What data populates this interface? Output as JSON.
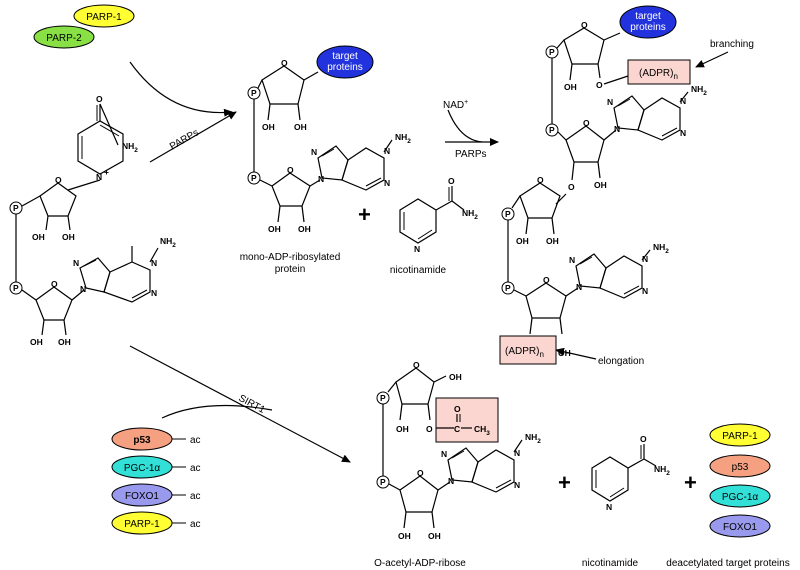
{
  "colors": {
    "parp1": "#ffff33",
    "parp2": "#88e044",
    "target": "#2233dd",
    "p53": "#f4a081",
    "pgc": "#33e0d8",
    "foxo1": "#9999ee",
    "adpr_box": "#fbd6d0"
  },
  "proteins": {
    "parp1": "PARP-1",
    "parp2": "PARP-2",
    "p53": "p53",
    "pgc": "PGC-1α",
    "foxo1": "FOXO1",
    "target_line1": "target",
    "target_line2": "proteins"
  },
  "arrows": {
    "parps_1": "PARPs",
    "parps_2": "PARPs",
    "nad": "NAD",
    "nad_sup": "+",
    "sirt1": "SIRT1",
    "branching": "branching",
    "elongation": "elongation"
  },
  "atoms": {
    "p": "P",
    "o": "O",
    "oh": "OH",
    "n": "N",
    "nplus": "+",
    "nh2": "NH",
    "nh2_sub": "2",
    "c": "C",
    "ch3": "CH",
    "ch3_sub": "3"
  },
  "adpr": {
    "text": "(ADPR)",
    "sub": "n"
  },
  "suffix": {
    "ac": "ac"
  },
  "captions": {
    "mono_line1": "mono-ADP-ribosylated",
    "mono_line2": "protein",
    "nicotinamide_1": "nicotinamide",
    "nicotinamide_2": "nicotinamide",
    "oacetyl": "O-acetyl-ADP-ribose",
    "deacetylated": "deacetylated target proteins"
  },
  "symbols": {
    "plus": "+"
  }
}
